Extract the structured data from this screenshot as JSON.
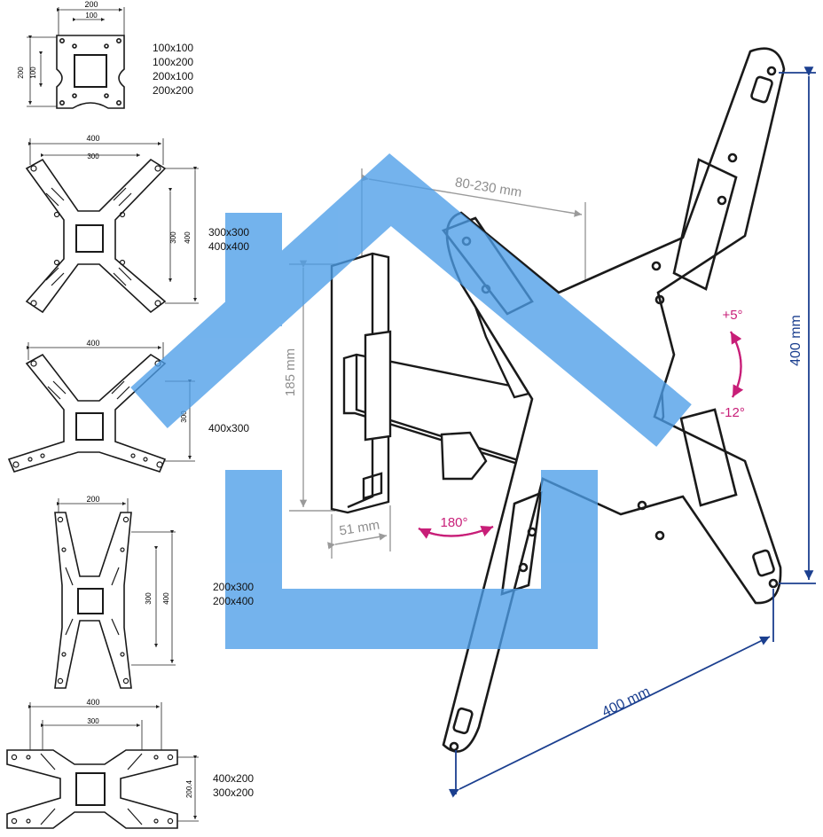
{
  "patterns": [
    {
      "dims": {
        "top_outer": "200",
        "top_inner": "100",
        "side_outer": "200",
        "side_inner": "100"
      },
      "labels": [
        "100x100",
        "100x200",
        "200x100",
        "200x200"
      ]
    },
    {
      "dims": {
        "top_outer": "400",
        "top_inner": "300",
        "side_inner": "300",
        "side_outer": "400"
      },
      "labels": [
        "300x300",
        "400x400"
      ]
    },
    {
      "dims": {
        "top_outer": "400",
        "side_inner": "300"
      },
      "labels": [
        "400x300"
      ]
    },
    {
      "dims": {
        "top_outer": "200",
        "side_inner": "300",
        "side_outer": "400"
      },
      "labels": [
        "200x300",
        "200x400"
      ]
    },
    {
      "dims": {
        "top_outer": "400",
        "top_inner": "300",
        "side_inner": "200.4"
      },
      "labels": [
        "400x200",
        "300x200"
      ]
    }
  ],
  "main": {
    "arm_extension": "80-230 mm",
    "wall_plate_height": "185 mm",
    "wall_plate_width": "51 mm",
    "swivel": "180°",
    "tilt_up": "+5°",
    "tilt_down": "-12°",
    "plate_height": "400 mm",
    "plate_width": "400 mm"
  },
  "colors": {
    "line": "#1a1a1a",
    "gray_dim": "#9a9a9a",
    "blue_dim": "#1b3f8f",
    "magenta": "#c81e78",
    "watermark": "#4d9ee8"
  },
  "icons": {
    "watermark": "house-icon"
  }
}
